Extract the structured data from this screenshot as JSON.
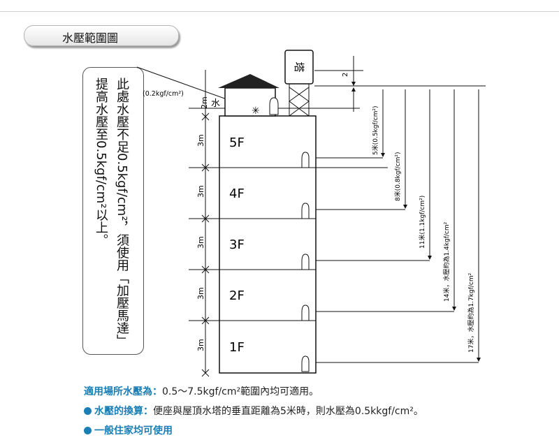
{
  "title": "水壓範圍圖",
  "callout": {
    "line1": "此處水壓不足0.5kgf/cm²，須使用「加壓馬達」",
    "line2": "提高水壓至0.5kgf/cm²以上。"
  },
  "diagram": {
    "tower_label": "塔",
    "tower_height_label": "2",
    "water_label": "水",
    "water_gap_label": "2m",
    "pressure_note": "(0.2kgf/cm²)",
    "floors": [
      {
        "label": "5F",
        "height": "3m"
      },
      {
        "label": "4F",
        "height": "3m"
      },
      {
        "label": "3F",
        "height": "3m"
      },
      {
        "label": "2F",
        "height": "3m"
      },
      {
        "label": "1F",
        "height": "3m"
      }
    ],
    "pressure_lines": [
      "5米(0.5kgf/cm²)",
      "8米(0.8kgf/cm²)",
      "11米(1.1kgf/cm²)",
      "14米，水壓約為1.4kgf/cm²",
      "17米，水壓約為1.7kgf/cm²"
    ]
  },
  "footer": {
    "line1_label": "適用場所水壓為：",
    "line1_text": "0.5～7.5kgf/cm²範圍內均可適用。",
    "line2_label": "水壓的換算：",
    "line2_text": "便座與屋頂水塔的垂直距離為5米時，則水壓為0.5kkgf/cm²。",
    "line3_label": "一般住家均可使用"
  },
  "colors": {
    "accent": "#1a7fb5",
    "line": "#111111",
    "roof": "#222222"
  }
}
